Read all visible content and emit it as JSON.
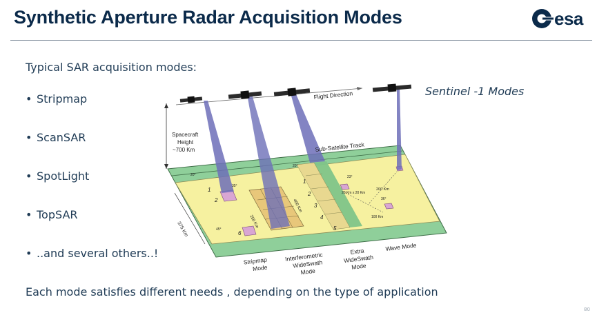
{
  "slide": {
    "title": "Synthetic Aperture Radar Acquisition Modes",
    "logo_text": "esa",
    "intro": "Typical SAR acquisition modes:",
    "bullets": [
      {
        "label": "Stripmap"
      },
      {
        "label": "ScanSAR"
      },
      {
        "label": "SpotLight"
      },
      {
        "label": "TopSAR"
      },
      {
        "label": "..and several others..!"
      }
    ],
    "bullet_glyph": "•",
    "footer": "Each mode satisfies different needs , depending on the type of application",
    "page_number": "80"
  },
  "diagram": {
    "caption": "Sentinel -1 Modes",
    "flight_direction": "Flight Direction",
    "spacecraft_height": [
      "Spacecraft",
      "Height",
      "~700 Km"
    ],
    "sub_satellite_track": "Sub-Satellite Track",
    "swath_width": "375 Km",
    "iw_length": "250 Km",
    "ew_length": "400 Km",
    "wave_cross": "200 Km",
    "wave_vignette": "20 Km x 20 Km",
    "wave_along": "100 Km",
    "angle_1": "20°",
    "angle_2": "35°",
    "angle_3": "20°",
    "angle_4": "23°",
    "angle_5": "45°",
    "angle_6": "36°",
    "stripmap_beams": [
      "1",
      "2",
      "6"
    ],
    "ew_beams": [
      "1",
      "2",
      "3",
      "4",
      "5"
    ],
    "modes": [
      {
        "label_lines": [
          "Stripmap",
          "Mode"
        ]
      },
      {
        "label_lines": [
          "Interferometric",
          "WideSwath",
          "Mode"
        ]
      },
      {
        "label_lines": [
          "Extra",
          "WideSwath",
          "Mode"
        ]
      },
      {
        "label_lines": [
          "Wave Mode"
        ]
      }
    ],
    "colors": {
      "ground_green": "#8fcf9a",
      "swath_yellow": "#f6f1a0",
      "beam_purple": "#6d6fb8",
      "burst_tan": "#e8c77a",
      "band_green": "#7fc489",
      "satellite": "#2b2b2b"
    }
  }
}
